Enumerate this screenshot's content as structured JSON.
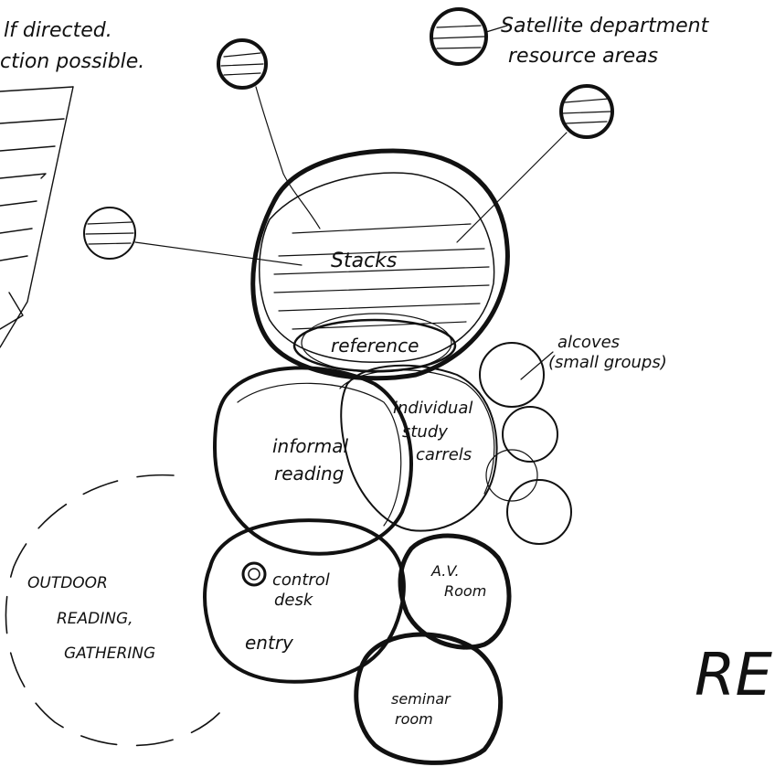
{
  "notes": {
    "top_left_line1": "lf directed.",
    "top_left_line2": "ction possible.",
    "satellite_line1": "Satellite department",
    "satellite_line2": "resource areas",
    "big_letters": "RE"
  },
  "bubbles": {
    "stacks": "Stacks",
    "reference": "reference",
    "alcoves_line1": "alcoves",
    "alcoves_line2": "(small groups)",
    "study_line1": "individual",
    "study_line2": "study",
    "study_line3": "carrels",
    "informal_line1": "informal",
    "informal_line2": "reading",
    "control_line1": "control",
    "control_line2": "desk",
    "entry": "entry",
    "av_line1": "A.V.",
    "av_line2": "Room",
    "seminar_line1": "seminar",
    "seminar_line2": "room",
    "outdoor_line1": "OUTDOOR",
    "outdoor_line2": "READING,",
    "outdoor_line3": "GATHERING"
  }
}
